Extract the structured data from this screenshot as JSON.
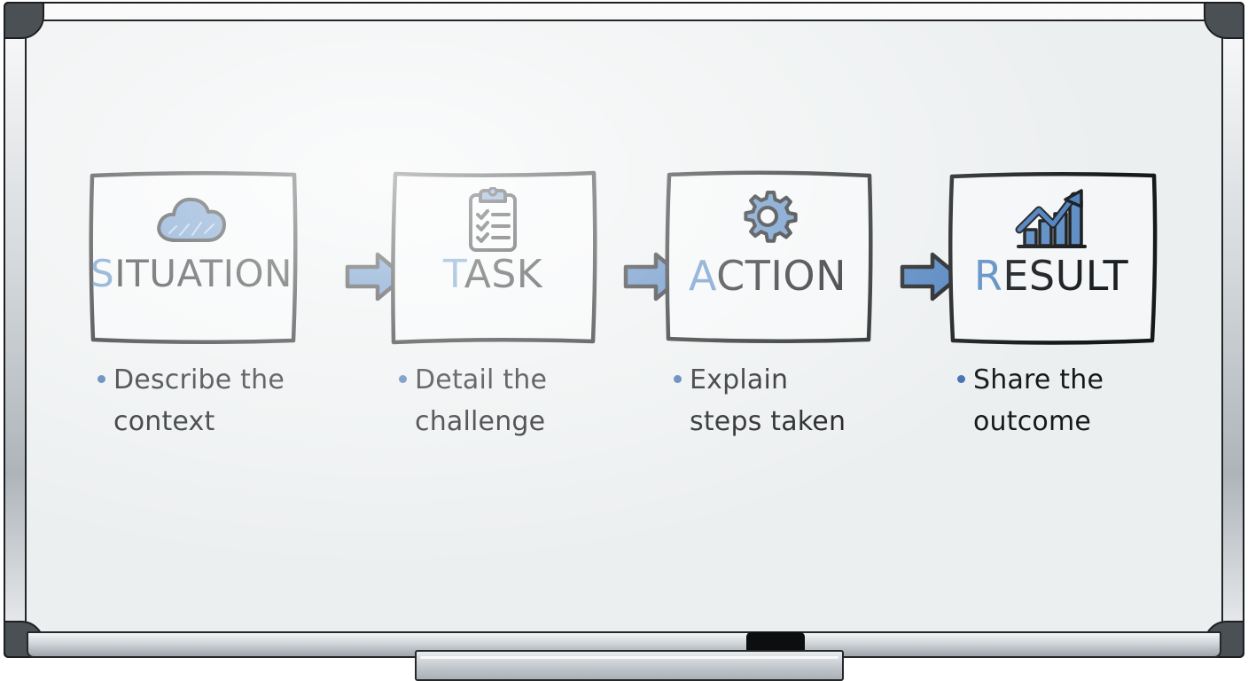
{
  "board": {
    "surface_color": "#eceff0",
    "frame_color": "#c9ced2",
    "corner_color": "#4b5054",
    "accent_blue": "#5b8cc4",
    "ink_color": "#1c1f22"
  },
  "tray": {
    "markers": [
      {
        "name": "marker-blue-1",
        "cap_color": "#2f63a8"
      },
      {
        "name": "marker-blue-2",
        "cap_color": "#2f63a8"
      },
      {
        "name": "marker-black",
        "cap_color": "#16181a"
      }
    ],
    "eraser": {
      "name": "eraser",
      "color": "#0c0e10"
    }
  },
  "diagram": {
    "type": "process-flow",
    "framework": "STAR",
    "step_count": 4,
    "steps": [
      {
        "lead_letter": "S",
        "rest_letters": "ITUATION",
        "title": "SITUATION",
        "icon": "cloud-icon",
        "caption": "Describe the context"
      },
      {
        "lead_letter": "T",
        "rest_letters": "ASK",
        "title": "TASK",
        "icon": "clipboard-checklist-icon",
        "caption": "Detail the challenge"
      },
      {
        "lead_letter": "A",
        "rest_letters": "CTION",
        "title": "ACTION",
        "icon": "gear-icon",
        "caption": "Explain steps taken"
      },
      {
        "lead_letter": "R",
        "rest_letters": "ESULT",
        "title": "RESULT",
        "icon": "growth-chart-icon",
        "caption": "Share the outcome"
      }
    ],
    "arrows": [
      {
        "name": "arrow-situation-to-task",
        "direction": "right"
      },
      {
        "name": "arrow-task-to-action",
        "direction": "right"
      },
      {
        "name": "arrow-action-to-result",
        "direction": "right"
      }
    ]
  }
}
